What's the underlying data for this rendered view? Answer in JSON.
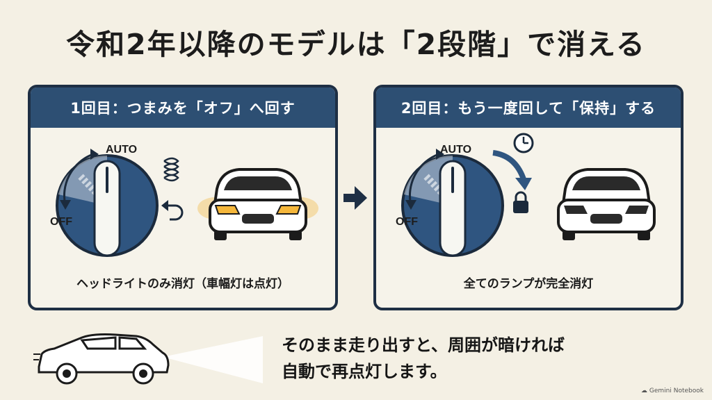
{
  "title": "令和2年以降のモデルは「2段階」で消える",
  "panels": [
    {
      "heading": "1回目：つまみを「オフ」へ回す",
      "caption": "ヘッドライトのみ消灯（車幅灯は点灯）",
      "dial_labels": {
        "auto": "AUTO",
        "off": "OFF"
      },
      "icons": [
        "spring-icon",
        "return-arrow-icon"
      ],
      "headlights": "on-small"
    },
    {
      "heading": "2回目：もう一度回して「保持」する",
      "caption": "全てのランプが完全消灯",
      "dial_labels": {
        "auto": "AUTO",
        "off": "OFF"
      },
      "icons": [
        "clock-icon",
        "lock-icon"
      ],
      "headlights": "off"
    }
  ],
  "bottom": {
    "line1": "そのまま走り出すと、周囲が暗ければ",
    "line2": "自動で再点灯します。"
  },
  "footer": "Gemini Notebook",
  "colors": {
    "background": "#f4f0e4",
    "panel_header": "#2d4f73",
    "panel_border": "#1e2f44",
    "dial_blue": "#2f5580",
    "lamp_glow": "#f2c25a"
  }
}
